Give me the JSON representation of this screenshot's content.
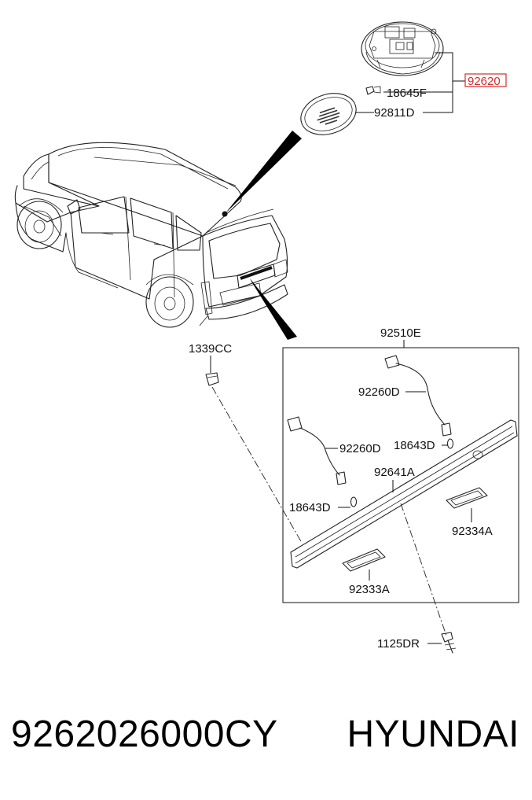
{
  "diagram": {
    "highlight_color": "#d52b2b",
    "labels": {
      "p92620": "92620",
      "p18645F": "18645F",
      "p92811D": "92811D",
      "p92510E": "92510E",
      "p1339CC": "1339CC",
      "p92260D_top": "92260D",
      "p18643D_top": "18643D",
      "p92260D_left": "92260D",
      "p92641A": "92641A",
      "p18643D_left": "18643D",
      "p92334A": "92334A",
      "p92333A": "92333A",
      "p1125DR": "1125DR"
    }
  },
  "footer": {
    "part_number": "9262026000CY",
    "brand": "HYUNDAI"
  }
}
